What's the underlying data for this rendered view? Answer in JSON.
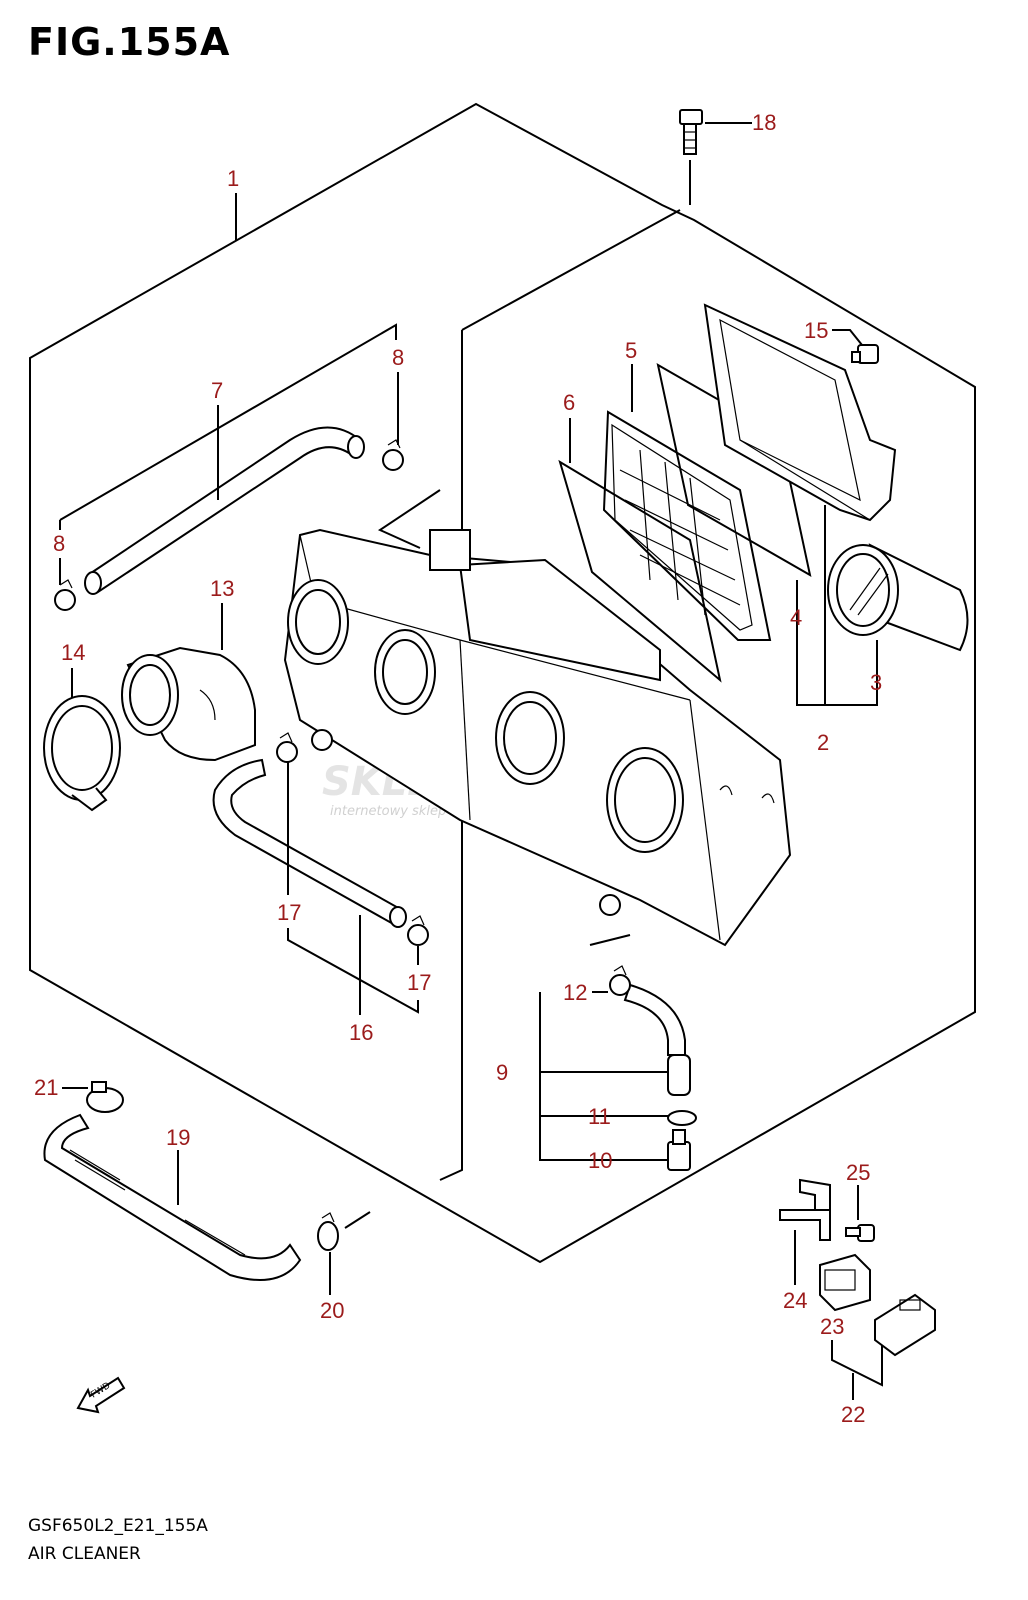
{
  "figure": {
    "title": "FIG.155A"
  },
  "footer": {
    "code": "GSF650L2_E21_155A",
    "name": "AIR CLEANER"
  },
  "watermark": {
    "brand": "SKLEPMOTO4U.PL",
    "tagline": "internetowy sklep motocyklowy"
  },
  "fwd_label": "FWD",
  "callouts": [
    "1",
    "2",
    "3",
    "4",
    "5",
    "6",
    "7",
    "8",
    "8",
    "9",
    "10",
    "11",
    "12",
    "13",
    "14",
    "15",
    "16",
    "17",
    "17",
    "18",
    "19",
    "20",
    "21",
    "22",
    "23",
    "24",
    "25"
  ],
  "colors": {
    "callout": "#9b1b1b",
    "line": "#000000",
    "background": "#ffffff"
  }
}
